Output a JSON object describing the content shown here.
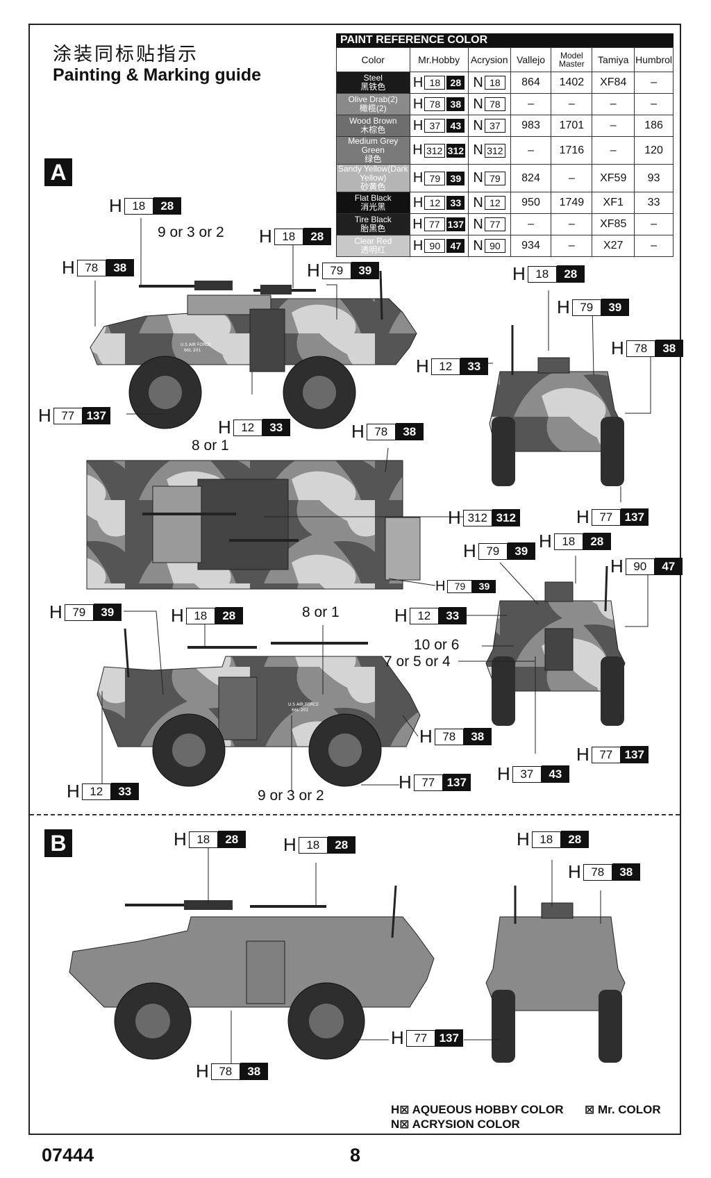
{
  "header": {
    "title_cn": "涂装同标贴指示",
    "title_en": "Painting & Marking guide"
  },
  "sections": {
    "a": "A",
    "b": "B"
  },
  "paint_table": {
    "title": "PAINT  REFERENCE COLOR",
    "columns": [
      "Color",
      "Mr.Hobby",
      "Acrysion",
      "Vallejo",
      "Model Master",
      "Tamiya",
      "Humbrol"
    ],
    "rows": [
      {
        "en": "Steel",
        "cn": "黑铁色",
        "bg": "#1a1a1a",
        "h1": "18",
        "h2": "28",
        "n": "18",
        "vallejo": "864",
        "mm": "1402",
        "tamiya": "XF84",
        "humbrol": "–"
      },
      {
        "en": "Olive Drab(2)",
        "cn": "橄榄(2)",
        "bg": "#8a8a8a",
        "h1": "78",
        "h2": "38",
        "n": "78",
        "vallejo": "–",
        "mm": "–",
        "tamiya": "–",
        "humbrol": "–"
      },
      {
        "en": "Wood Brown",
        "cn": "木棕色",
        "bg": "#6e6e6e",
        "h1": "37",
        "h2": "43",
        "n": "37",
        "vallejo": "983",
        "mm": "1701",
        "tamiya": "–",
        "humbrol": "186"
      },
      {
        "en": "Medium Grey Green",
        "cn": "绿色",
        "bg": "#7a7a7a",
        "h1": "312",
        "h2": "312",
        "n": "312",
        "vallejo": "–",
        "mm": "1716",
        "tamiya": "–",
        "humbrol": "120"
      },
      {
        "en": "Sandy Yellow(Dark Yellow)",
        "cn": "砂黄色",
        "bg": "#b5b5b5",
        "h1": "79",
        "h2": "39",
        "n": "79",
        "vallejo": "824",
        "mm": "–",
        "tamiya": "XF59",
        "humbrol": "93"
      },
      {
        "en": "Flat Black",
        "cn": "消光黑",
        "bg": "#111111",
        "h1": "12",
        "h2": "33",
        "n": "12",
        "vallejo": "950",
        "mm": "1749",
        "tamiya": "XF1",
        "humbrol": "33"
      },
      {
        "en": "Tire Black",
        "cn": "胎黑色",
        "bg": "#202020",
        "h1": "77",
        "h2": "137",
        "n": "77",
        "vallejo": "–",
        "mm": "–",
        "tamiya": "XF85",
        "humbrol": "–"
      },
      {
        "en": "Clear Red",
        "cn": "透明红",
        "bg": "#c8c8c8",
        "h1": "90",
        "h2": "47",
        "n": "90",
        "vallejo": "934",
        "mm": "–",
        "tamiya": "X27",
        "humbrol": "–"
      }
    ]
  },
  "callouts": [
    {
      "l": "H",
      "w": "18",
      "b": "28"
    },
    {
      "l": "H",
      "w": "18",
      "b": "28"
    },
    {
      "l": "H",
      "w": "78",
      "b": "38"
    },
    {
      "l": "H",
      "w": "79",
      "b": "39"
    },
    {
      "l": "H",
      "w": "77",
      "b": "137"
    },
    {
      "l": "H",
      "w": "12",
      "b": "33"
    },
    {
      "l": "H",
      "w": "78",
      "b": "38"
    },
    {
      "l": "H",
      "w": "312",
      "b": "312"
    },
    {
      "l": "H",
      "w": "79",
      "b": "39"
    },
    {
      "l": "H",
      "w": "18",
      "b": "28"
    },
    {
      "l": "H",
      "w": "79",
      "b": "39"
    },
    {
      "l": "H",
      "w": "78",
      "b": "38"
    },
    {
      "l": "H",
      "w": "12",
      "b": "33"
    },
    {
      "l": "H",
      "w": "77",
      "b": "137"
    },
    {
      "l": "H",
      "w": "79",
      "b": "39"
    },
    {
      "l": "H",
      "w": "18",
      "b": "28"
    },
    {
      "l": "H",
      "w": "90",
      "b": "47"
    },
    {
      "l": "H",
      "w": "12",
      "b": "33"
    },
    {
      "l": "H",
      "w": "77",
      "b": "137"
    },
    {
      "l": "H",
      "w": "37",
      "b": "43"
    },
    {
      "l": "H",
      "w": "79",
      "b": "39"
    },
    {
      "l": "H",
      "w": "18",
      "b": "28"
    },
    {
      "l": "H",
      "w": "78",
      "b": "38"
    },
    {
      "l": "H",
      "w": "12",
      "b": "33"
    },
    {
      "l": "H",
      "w": "77",
      "b": "137"
    },
    {
      "l": "H",
      "w": "18",
      "b": "28"
    },
    {
      "l": "H",
      "w": "18",
      "b": "28"
    },
    {
      "l": "H",
      "w": "77",
      "b": "137"
    },
    {
      "l": "H",
      "w": "78",
      "b": "38"
    },
    {
      "l": "H",
      "w": "18",
      "b": "28"
    },
    {
      "l": "H",
      "w": "78",
      "b": "38"
    }
  ],
  "notes": {
    "decal_a": "9 or 3 or 2",
    "decal_b": "8 or 1",
    "decal_c": "8 or 1",
    "decal_d": "10 or 6",
    "decal_e": "7 or 5 or 4",
    "decal_f": "9 or 3 or 2"
  },
  "vehicle_marking": {
    "line1": "U.S AIR FORCE",
    "line2": "66L 201"
  },
  "legend": {
    "h": "H",
    "h_text": "AQUEOUS HOBBY COLOR",
    "mr_text": "Mr. COLOR",
    "n": "N",
    "n_text": "ACRYSION COLOR"
  },
  "footer": {
    "code": "07444",
    "page": "8"
  }
}
